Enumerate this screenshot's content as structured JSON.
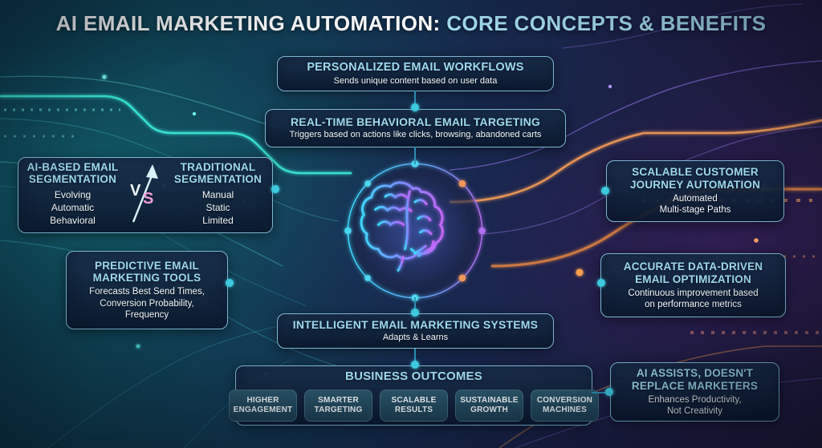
{
  "title": {
    "prefix": "AI EMAIL MARKETING AUTOMATION: ",
    "accent": "CORE CONCEPTS & BENEFITS"
  },
  "boxes": {
    "personalized": {
      "title": "PERSONALIZED EMAIL WORKFLOWS",
      "subtitle": "Sends unique content based on user data"
    },
    "realtime": {
      "title": "REAL-TIME BEHAVIORAL EMAIL TARGETING",
      "subtitle": "Triggers based on actions like clicks, browsing, abandoned carts"
    },
    "segmentation": {
      "left_title": "AI-BASED EMAIL\nSEGMENTATION",
      "left_items": "Evolving\nAutomatic\nBehavioral",
      "vs_v": "V",
      "vs_s": "S",
      "right_title": "TRADITIONAL\nSEGMENTATION",
      "right_items": "Manual\nStatic\nLimited"
    },
    "scalable": {
      "title": "SCALABLE CUSTOMER\nJOURNEY AUTOMATION",
      "subtitle": "Automated\nMulti-stage Paths"
    },
    "predictive": {
      "title": "PREDICTIVE EMAIL\nMARKETING TOOLS",
      "subtitle": "Forecasts Best Send Times,\nConversion Probability,\nFrequency"
    },
    "accurate": {
      "title": "ACCURATE DATA-DRIVEN\nEMAIL OPTIMIZATION",
      "subtitle": "Continuous improvement based\non performance metrics"
    },
    "intelligent": {
      "title": "INTELLIGENT EMAIL MARKETING SYSTEMS",
      "subtitle": "Adapts & Learns"
    },
    "outcomes": {
      "title": "BUSINESS OUTCOMES",
      "pills": [
        "HIGHER ENGAGEMENT",
        "SMARTER TARGETING",
        "SCALABLE RESULTS",
        "SUSTAINABLE GROWTH",
        "CONVERSION MACHINES"
      ]
    },
    "ai_assists": {
      "title": "AI ASSISTS, DOESN'T\nREPLACE MARKETERS",
      "subtitle": "Enhances Productivity,\nNot Creativity"
    }
  },
  "colors": {
    "accent_blue": "#a4dbee",
    "heading_blue": "#9ed8ec",
    "box_border": "#7fb6d2",
    "connector_teal": "#3dc9de",
    "vs_pink": "#ef9cd4",
    "circuit_cyan": "#3be8d6",
    "circuit_orange": "#f09a56",
    "circuit_purple": "#8c6ee6"
  }
}
